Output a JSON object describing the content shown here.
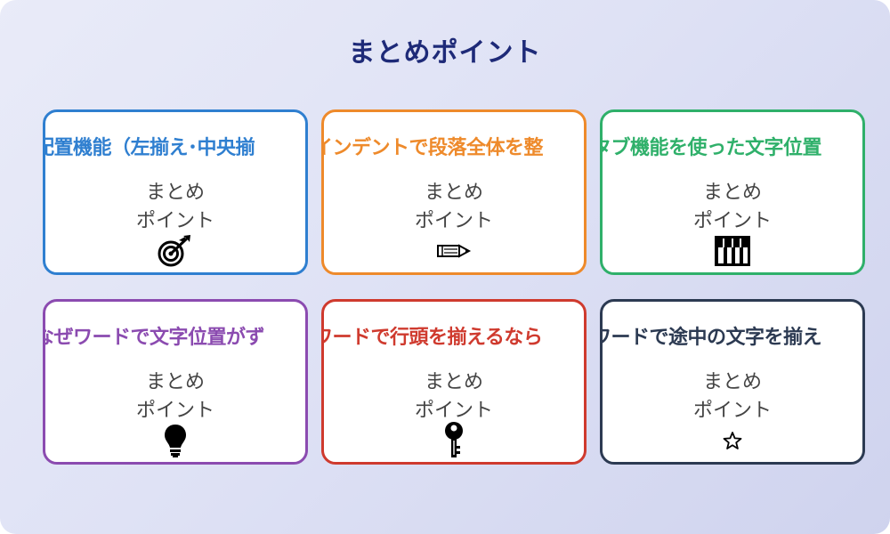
{
  "title": "まとめポイント",
  "cards": [
    {
      "heading": "配置機能（左揃え･中央揃",
      "line1": "まとめ",
      "line2": "ポイント",
      "icon": "target-icon",
      "color": "#2f7fd0"
    },
    {
      "heading": "インデントで段落全体を整",
      "line1": "まとめ",
      "line2": "ポイント",
      "icon": "pencil-icon",
      "color": "#ee8a2b"
    },
    {
      "heading": "タブ機能を使った文字位置",
      "line1": "まとめ",
      "line2": "ポイント",
      "icon": "piano-keys-icon",
      "color": "#2fb06a"
    },
    {
      "heading": "なぜワードで文字位置がず",
      "line1": "まとめ",
      "line2": "ポイント",
      "icon": "lightbulb-icon",
      "color": "#8b4bb0"
    },
    {
      "heading": "ワードで行頭を揃えるなら",
      "line1": "まとめ",
      "line2": "ポイント",
      "icon": "key-icon",
      "color": "#cf3a2e"
    },
    {
      "heading": "ワードで途中の文字を揃え",
      "line1": "まとめ",
      "line2": "ポイント",
      "icon": "star-icon",
      "color": "#2c3a52"
    }
  ]
}
